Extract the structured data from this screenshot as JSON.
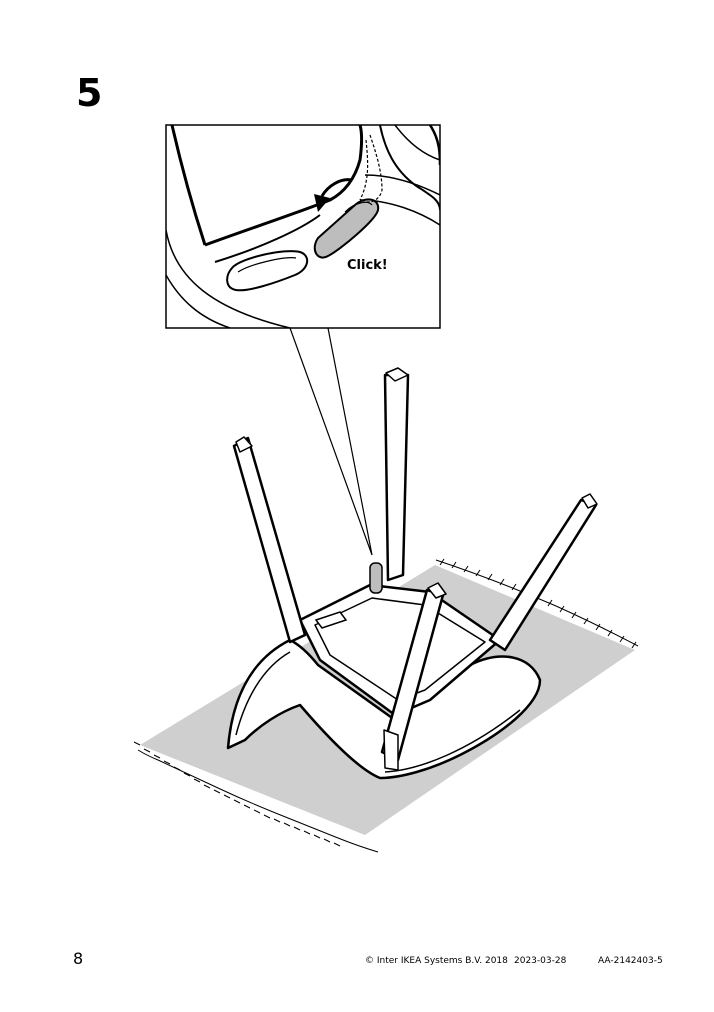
{
  "step": {
    "number": "5"
  },
  "callout": {
    "label": "Click!"
  },
  "footer": {
    "page_number": "8",
    "copyright": "© Inter IKEA Systems B.V. 2018",
    "date": "2023-03-28",
    "doc_id": "AA-2142403-5"
  },
  "colors": {
    "line": "#000000",
    "rug_fill": "#cfcfcf",
    "part_fill": "#bdbdbd",
    "background": "#ffffff"
  }
}
